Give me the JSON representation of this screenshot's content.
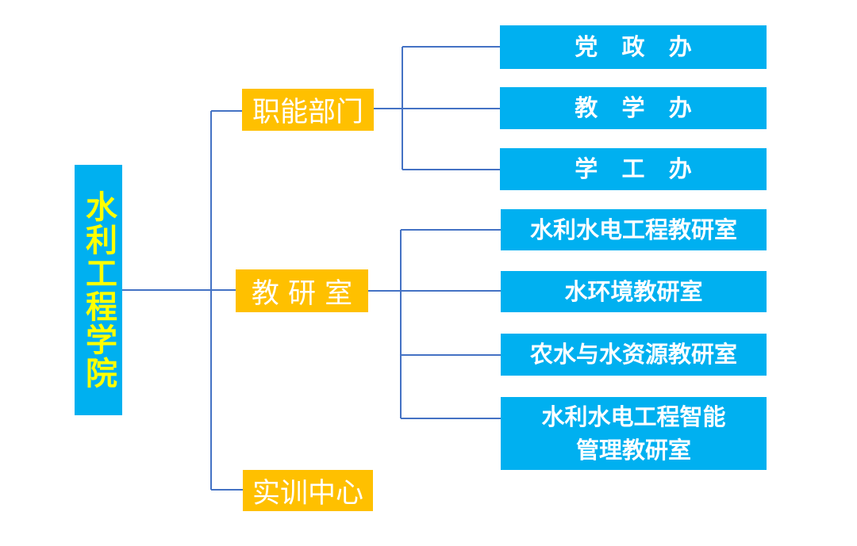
{
  "root": {
    "label": "水利工程学院"
  },
  "departments": [
    {
      "label": "职能部门"
    },
    {
      "label": "教 研 室"
    },
    {
      "label": "实训中心"
    }
  ],
  "offices": [
    {
      "label": "党   政   办"
    },
    {
      "label": "教   学   办"
    },
    {
      "label": "学   工   办"
    }
  ],
  "research_rooms": [
    {
      "label": "水利水电工程教研室"
    },
    {
      "label": "水环境教研室"
    },
    {
      "label": "农水与水资源教研室"
    },
    {
      "line1": "水利水电工程智能",
      "line2": "管理教研室"
    }
  ],
  "colors": {
    "root_fill": "#00b0f0",
    "root_text": "#ffff00",
    "dept_fill": "#ffc000",
    "leaf_fill": "#00b0f0",
    "line": "#4472c4"
  }
}
